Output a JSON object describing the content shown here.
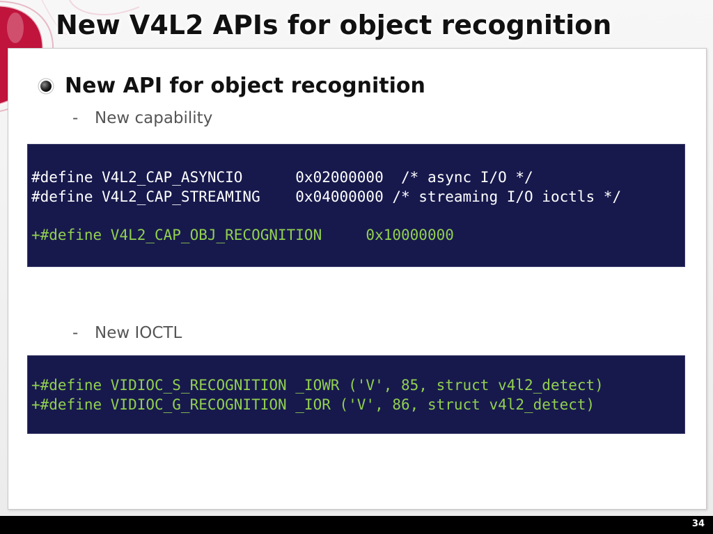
{
  "slide": {
    "title": "New V4L2 APIs for object recognition",
    "bullet": "New API for object recognition",
    "sub_bullet_1": {
      "dash": "-",
      "text": "New capability"
    },
    "code_block_1": {
      "line_1": "#define V4L2_CAP_ASYNCIO      0x02000000  /* async I/O */",
      "line_2": "#define V4L2_CAP_STREAMING    0x04000000 /* streaming I/O ioctls */",
      "line_3": "+#define V4L2_CAP_OBJ_RECOGNITION     0x10000000"
    },
    "sub_bullet_2": {
      "dash": "-",
      "text": "New IOCTL"
    },
    "code_block_2": {
      "line_1": "+#define VIDIOC_S_RECOGNITION _IOWR ('V', 85, struct v4l2_detect)",
      "line_2": "+#define VIDIOC_G_RECOGNITION _IOR ('V', 86, struct v4l2_detect)"
    },
    "page_number": "34",
    "colors": {
      "code_background": "#17194d",
      "code_text": "#ffffff",
      "code_added": "#92d050",
      "decoration": "#c0143c",
      "footer": "#000000"
    }
  }
}
